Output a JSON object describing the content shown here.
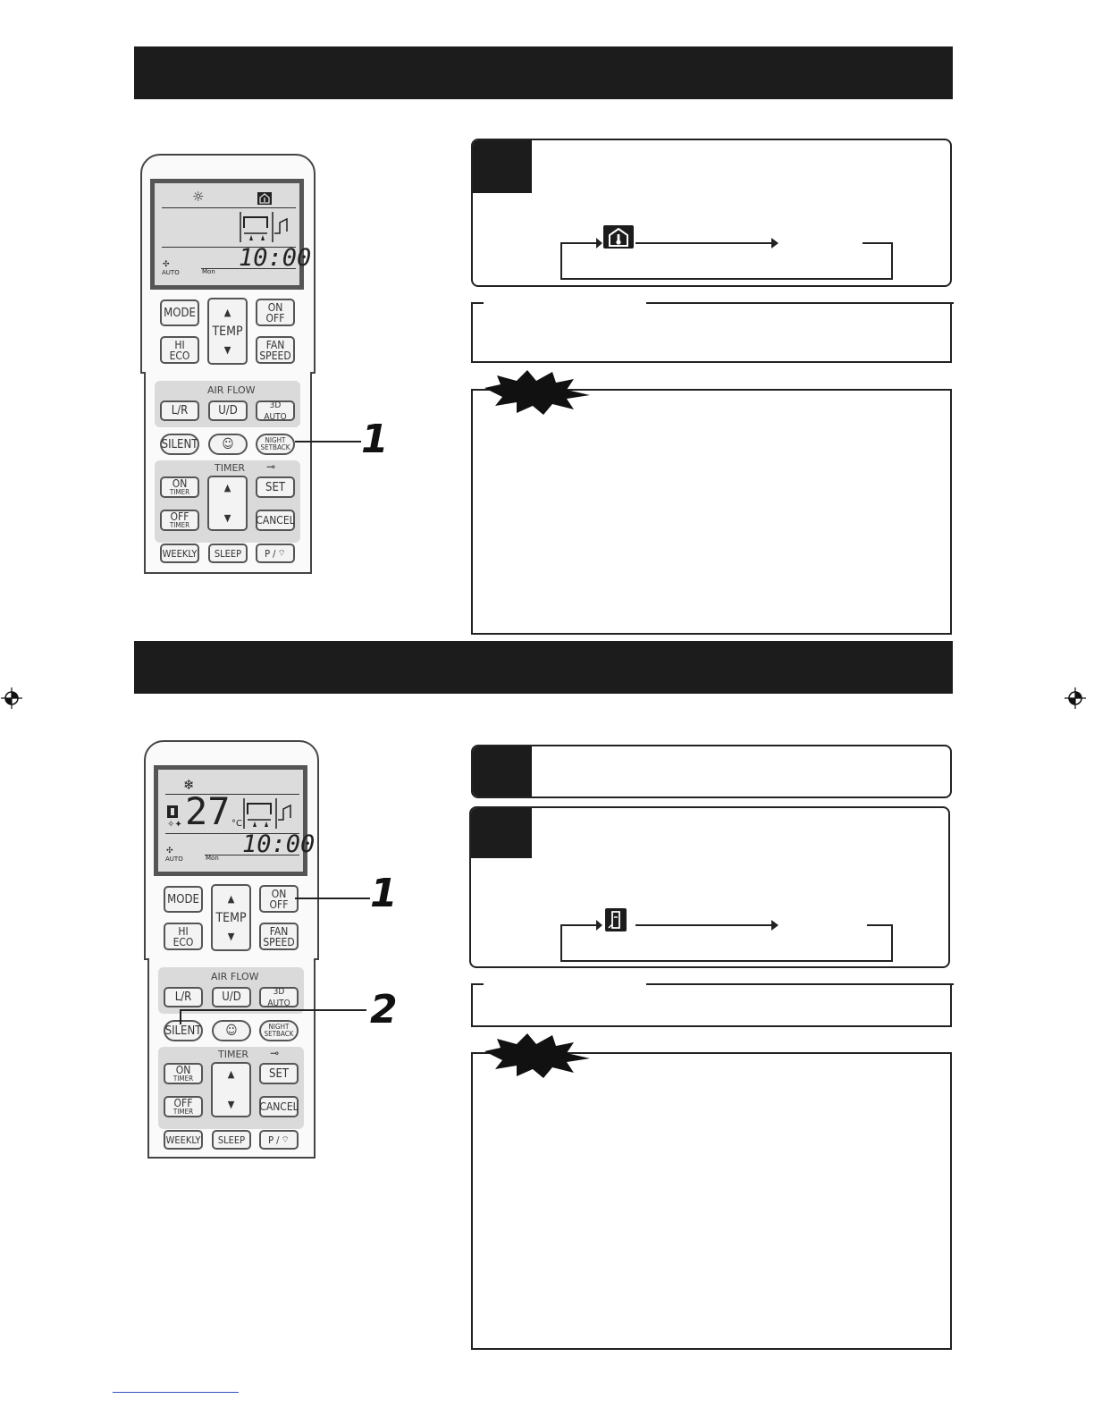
{
  "section1": {
    "remote": {
      "lcd": {
        "time": "10:00",
        "fan_auto": "AUTO",
        "day": "Mon"
      },
      "buttons": {
        "mode": "MODE",
        "temp": "TEMP",
        "temp_up": "▲",
        "temp_down": "▼",
        "on": "ON",
        "off": "OFF",
        "hi": "HI",
        "eco": "ECO",
        "fan": "FAN",
        "speed": "SPEED",
        "air_flow": "AIR FLOW",
        "lr": "L/R",
        "ud": "U/D",
        "auto3d": "3D AUTO",
        "silent": "SILENT",
        "night": "NIGHT",
        "setback": "SETBACK",
        "timer": "TIMER",
        "on_timer": "ON",
        "off_timer": "OFF",
        "timer_small": "TIMER",
        "set": "SET",
        "cancel": "CANCEL",
        "weekly": "WEEKLY",
        "sleep": "SLEEP",
        "p": "P /",
        "up": "▲",
        "down": "▼"
      }
    },
    "callout_1": "1"
  },
  "section2": {
    "remote": {
      "lcd": {
        "temp": "27",
        "unit": "°C",
        "time": "10:00",
        "fan_auto": "AUTO",
        "day": "Mon"
      },
      "buttons": {
        "mode": "MODE",
        "temp": "TEMP",
        "temp_up": "▲",
        "temp_down": "▼",
        "on": "ON",
        "off": "OFF",
        "hi": "HI",
        "eco": "ECO",
        "fan": "FAN",
        "speed": "SPEED",
        "air_flow": "AIR FLOW",
        "lr": "L/R",
        "ud": "U/D",
        "auto3d": "3D AUTO",
        "silent": "SILENT",
        "night": "NIGHT",
        "setback": "SETBACK",
        "timer": "TIMER",
        "on_timer": "ON",
        "off_timer": "OFF",
        "timer_small": "TIMER",
        "set": "SET",
        "cancel": "CANCEL",
        "weekly": "WEEKLY",
        "sleep": "SLEEP",
        "p": "P /",
        "up": "▲",
        "down": "▼"
      }
    },
    "callout_1": "1",
    "callout_2": "2"
  },
  "icons": {
    "home_thermometer": "home-thermometer-icon",
    "silent_person": "silent-person-icon",
    "sun": "sun-icon",
    "snowflake": "snowflake-icon",
    "fan": "fan-icon",
    "key": "key-icon",
    "signal": "signal-icon",
    "face": "face-icon",
    "registration": "registration-mark-icon"
  }
}
